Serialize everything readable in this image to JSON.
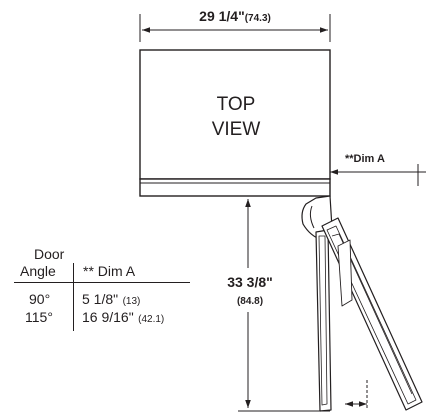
{
  "width_dim": {
    "inches": "29 1/4\"",
    "cm": "(74.3)"
  },
  "top_view": {
    "line1": "TOP",
    "line2": "VIEW"
  },
  "dim_a_label": "**Dim A",
  "depth_dim": {
    "inches": "33 3/8\"",
    "cm": "(84.8)"
  },
  "door_table": {
    "angle_header_line1": "Door",
    "angle_header_line2": "Angle",
    "dim_header": "** Dim A",
    "rows": [
      {
        "angle": "90°",
        "dim_in": "5 1/8\"",
        "dim_cm": "(13)"
      },
      {
        "angle": "115°",
        "dim_in": "16 9/16\"",
        "dim_cm": "(42.1)"
      }
    ]
  },
  "colors": {
    "line": "#231f20",
    "fill": "#ffffff"
  }
}
